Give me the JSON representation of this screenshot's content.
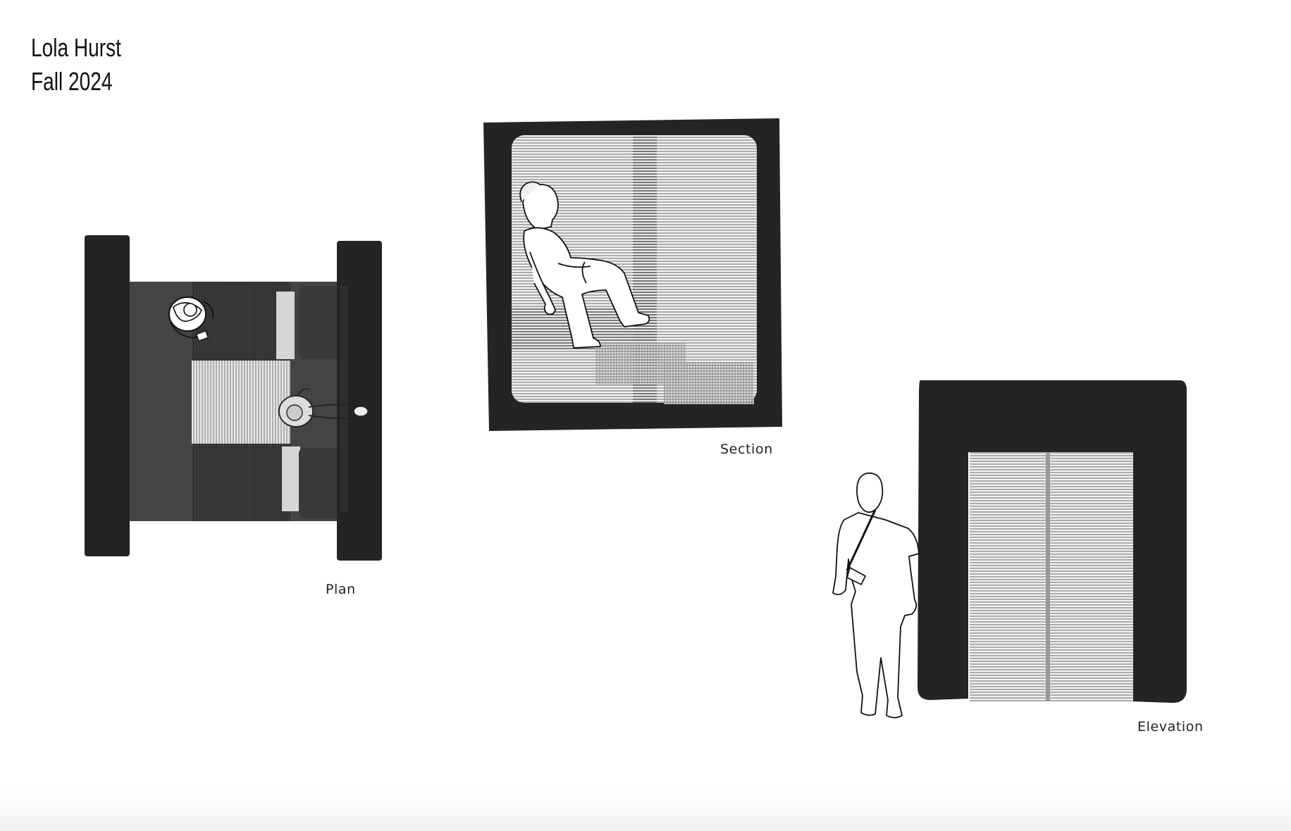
{
  "header": {
    "name": "Lola Hurst",
    "term": "Fall 2024"
  },
  "drawings": {
    "plan": {
      "caption": "Plan"
    },
    "section": {
      "caption": "Section"
    },
    "elevation": {
      "caption": "Elevation"
    }
  },
  "colors": {
    "frame": "#242424",
    "hatch": "#9a9a9a",
    "light": "#d4d4d4",
    "figure_stroke": "#1a1a1a"
  }
}
